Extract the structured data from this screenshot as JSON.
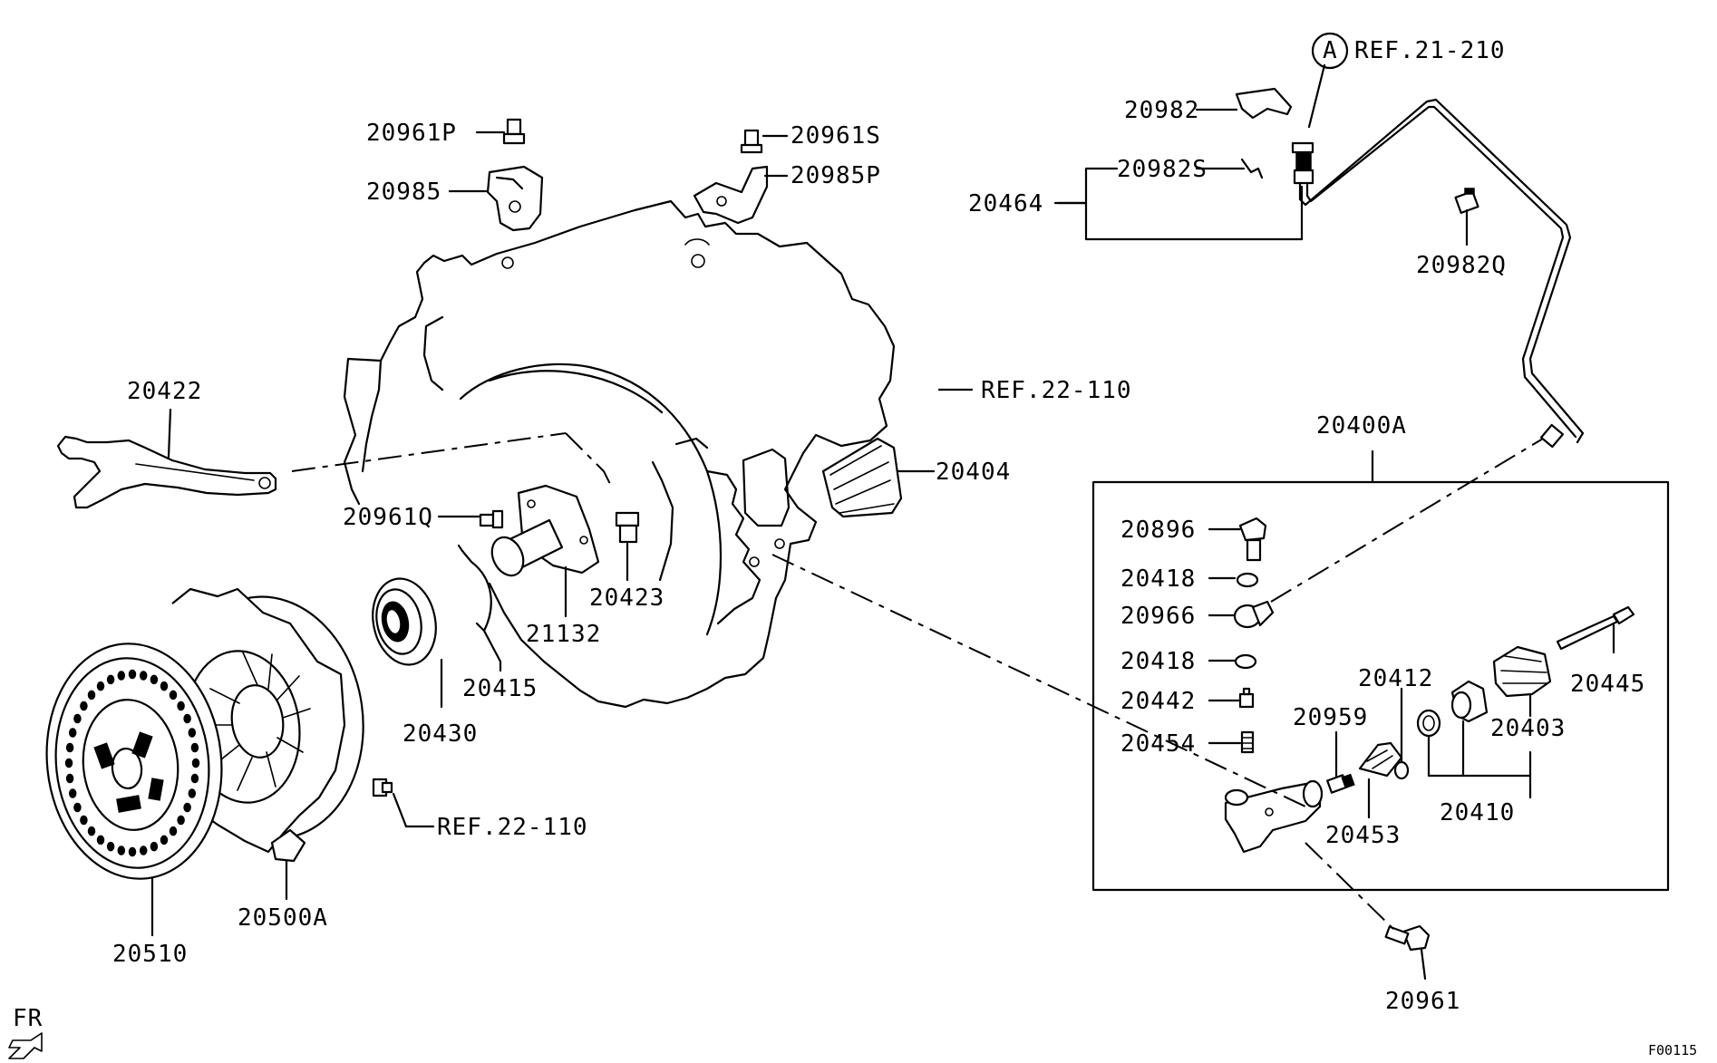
{
  "labels": {
    "p20961P": "20961P",
    "p20985": "20985",
    "p20961S": "20961S",
    "p20985P": "20985P",
    "p20982": "20982",
    "p20982S": "20982S",
    "p20464": "20464",
    "p20982Q": "20982Q",
    "refA": "REF.21-210",
    "circleA": "A",
    "p20422": "20422",
    "ref22_110_top": "REF.22-110",
    "p20404": "20404",
    "p20400A": "20400A",
    "p20961Q": "20961Q",
    "p20423": "20423",
    "p21132": "21132",
    "p20415": "20415",
    "p20430": "20430",
    "ref22_110_bottom": "REF.22-110",
    "p20500A": "20500A",
    "p20510": "20510",
    "p20896": "20896",
    "p20418a": "20418",
    "p20966": "20966",
    "p20418b": "20418",
    "p20442": "20442",
    "p20454": "20454",
    "p20412": "20412",
    "p20959": "20959",
    "p20453": "20453",
    "p20445": "20445",
    "p20403": "20403",
    "p20410": "20410",
    "p20961": "20961",
    "fr": "FR",
    "figure_code": "F00115"
  }
}
